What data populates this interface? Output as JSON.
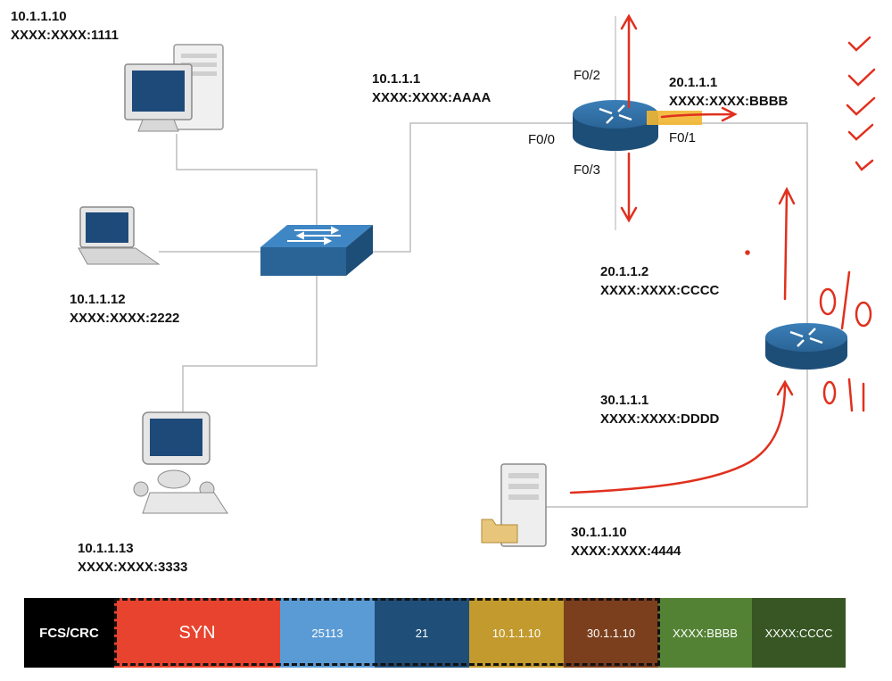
{
  "nodes": {
    "pc1": {
      "ip": "10.1.1.10",
      "mac": "XXXX:XXXX:1111"
    },
    "laptop": {
      "ip": "10.1.1.12",
      "mac": "XXXX:XXXX:2222"
    },
    "pc3": {
      "ip": "10.1.1.13",
      "mac": "XXXX:XXXX:3333"
    },
    "router1_f00": {
      "ip": "10.1.1.1",
      "mac": "XXXX:XXXX:AAAA"
    },
    "router1_f01": {
      "ip": "20.1.1.1",
      "mac": "XXXX:XXXX:BBBB"
    },
    "router2_a": {
      "ip": "20.1.1.2",
      "mac": "XXXX:XXXX:CCCC"
    },
    "router2_b": {
      "ip": "30.1.1.1",
      "mac": "XXXX:XXXX:DDDD"
    },
    "server": {
      "ip": "30.1.1.10",
      "mac": "XXXX:XXXX:4444"
    }
  },
  "ports": {
    "f00": "F0/0",
    "f01": "F0/1",
    "f02": "F0/2",
    "f03": "F0/3"
  },
  "frame": [
    {
      "label": "FCS/CRC",
      "color": "#000000"
    },
    {
      "label": "SYN",
      "color": "#e8432e"
    },
    {
      "label": "25113",
      "color": "#5b9bd5"
    },
    {
      "label": "21",
      "color": "#1f4e79"
    },
    {
      "label": "10.1.1.10",
      "color": "#c39a2e"
    },
    {
      "label": "30.1.1.10",
      "color": "#7b3f1d"
    },
    {
      "label": "XXXX:BBBB",
      "color": "#548235"
    },
    {
      "label": "XXXX:CCCC",
      "color": "#375623"
    }
  ],
  "annotations": {
    "zero_slash_zero": "0/0",
    "zero_one": "0|1"
  },
  "colors": {
    "device_blue": "#2a6496",
    "annotation_red": "#e0301e",
    "link_gray": "#bdbdbd"
  }
}
